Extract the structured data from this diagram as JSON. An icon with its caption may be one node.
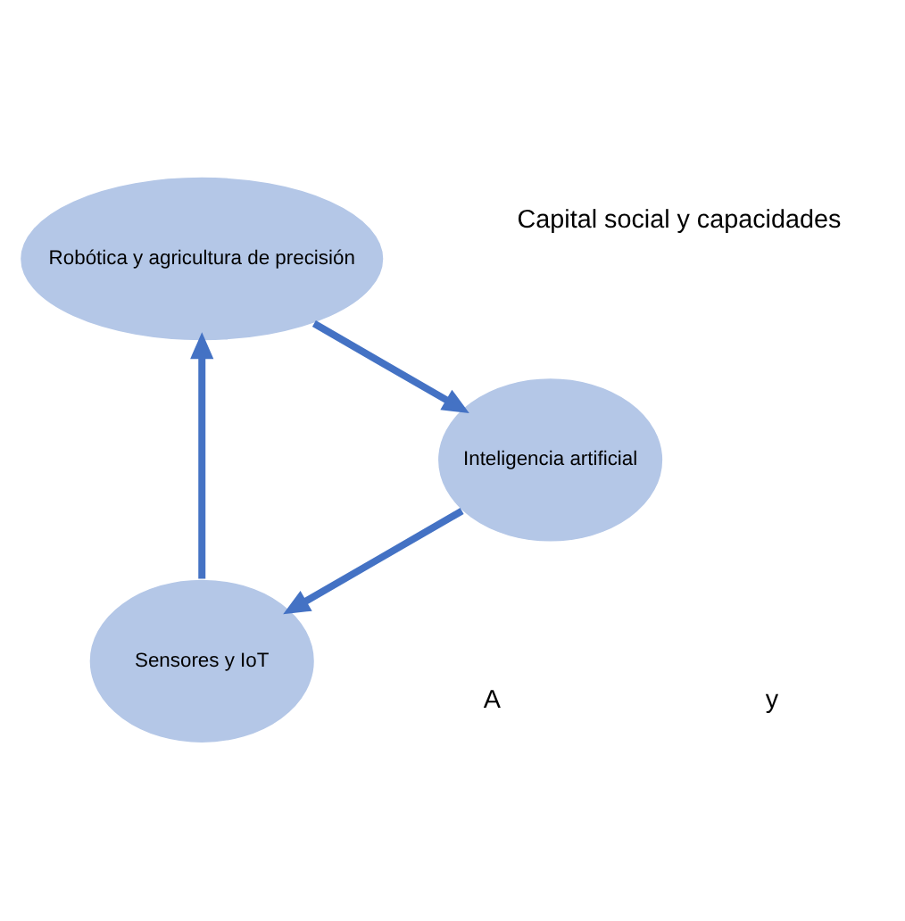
{
  "diagram": {
    "nodes": [
      {
        "text": [
          "Sensores y IoT"
        ]
      },
      {
        "text": [
          "Robótica y agricultura de precisión"
        ]
      },
      {
        "text": [
          "Inteligencia artificial"
        ]
      }
    ],
    "edges": [
      {
        "from": 0,
        "to": 1,
        "arrow": "to"
      },
      {
        "from": 1,
        "to": 2,
        "arrow": "to"
      },
      {
        "from": 2,
        "to": 0,
        "arrow": "to"
      }
    ],
    "labels": [
      "Capital social y capacidades",
      "A",
      "y"
    ]
  }
}
